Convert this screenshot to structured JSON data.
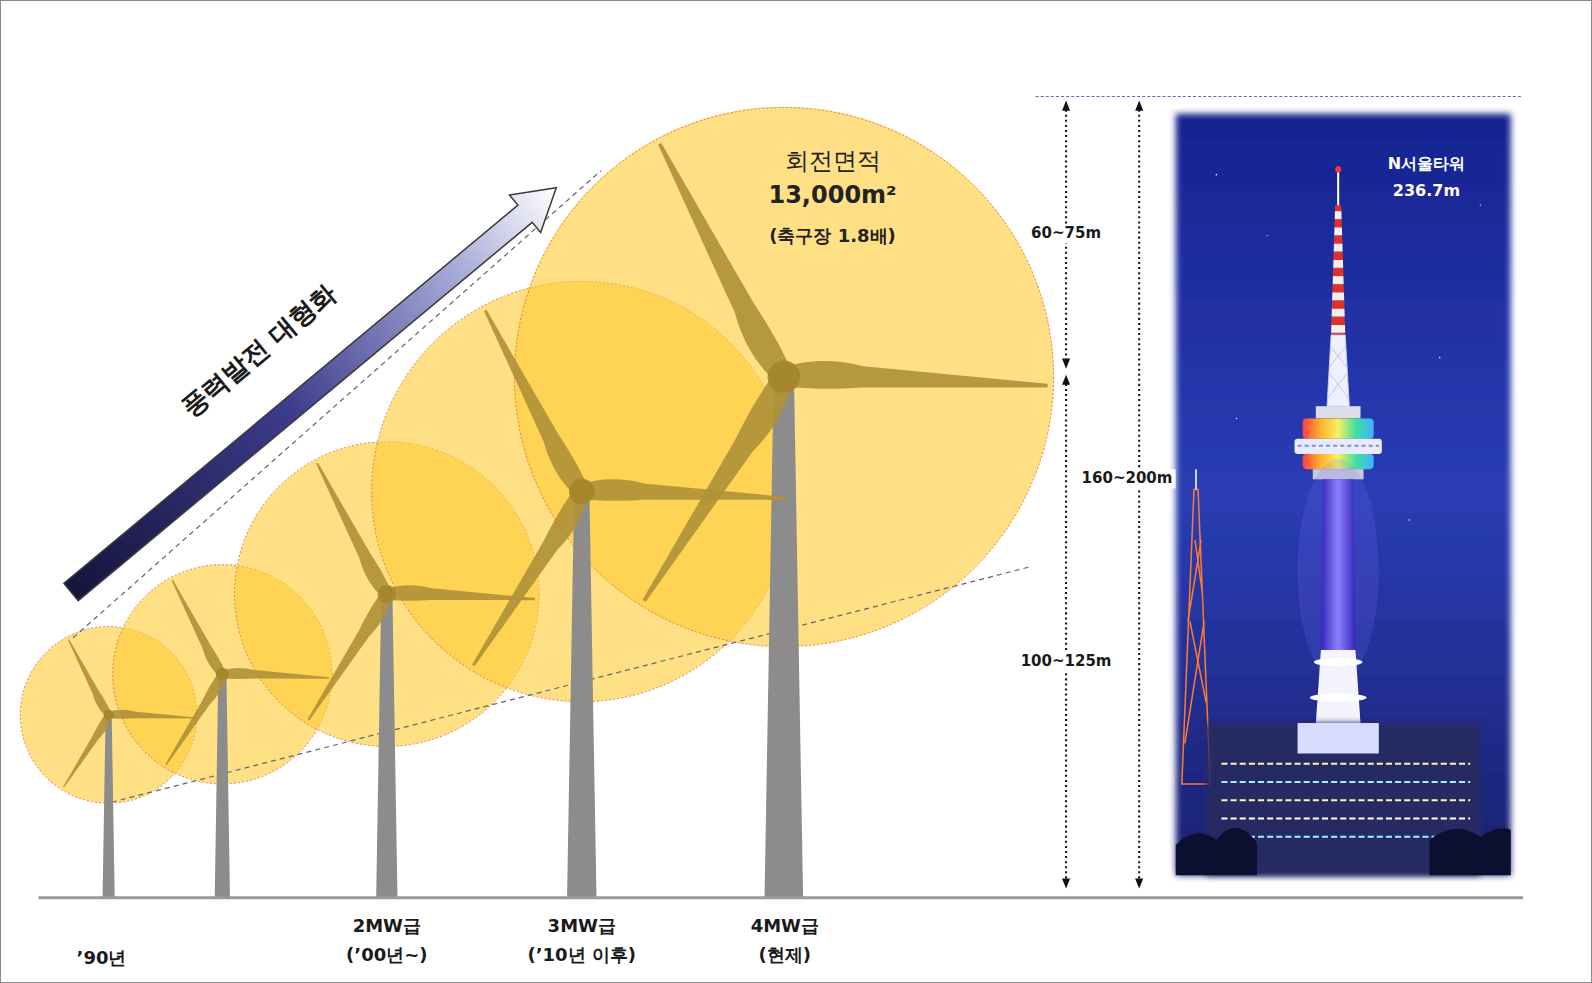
{
  "diagram": {
    "nodes": [
      {
        "text": [
          "회전면적",
          "13,000m²",
          "(축구장 1.8배)"
        ]
      },
      {
        "text": [
          "N서울타워",
          "236.7m"
        ]
      }
    ],
    "labels": [
      "풍력발전 대형화",
      "60~75m",
      "160~200m",
      "100~125m",
      "’90년",
      "2MW급",
      "(’00년~)",
      "3MW급",
      "(’10년 이후)",
      "4MW급",
      "(현제)"
    ]
  }
}
